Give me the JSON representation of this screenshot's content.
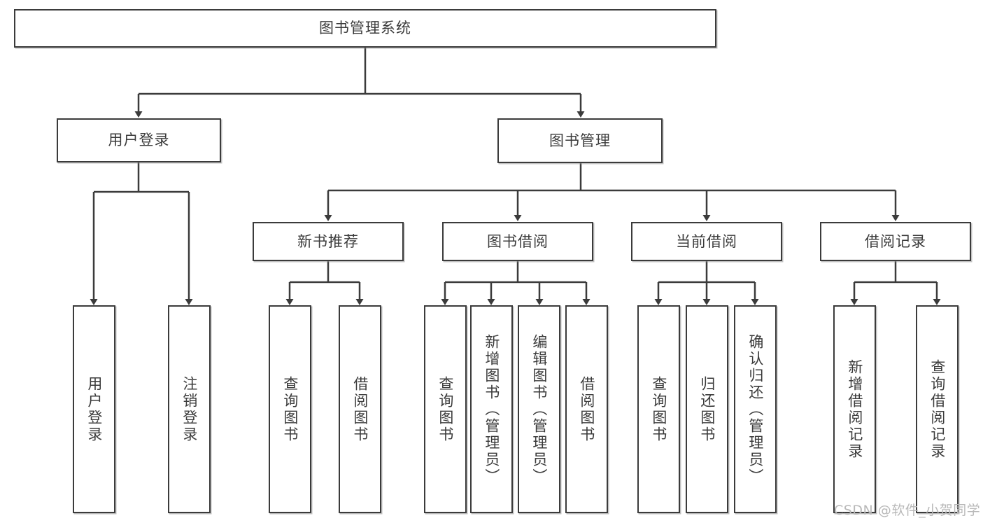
{
  "diagram": {
    "type": "tree-hierarchy-chart",
    "title": "图书管理系统",
    "watermark": "CSDN @软件_小贺同学",
    "colors": {
      "box_border": "#3b3b3b",
      "box_fill": "#ffffff",
      "text": "#3b3b3b",
      "connector": "#3b3b3b",
      "watermark": "#b9b9b9",
      "background": "#ffffff"
    },
    "nodes": {
      "root": {
        "label": "图书管理系统"
      },
      "level2": [
        {
          "id": "user-login",
          "label": "用户登录"
        },
        {
          "id": "book-management",
          "label": "图书管理"
        }
      ],
      "level3": [
        {
          "id": "new-book-recommend",
          "label": "新书推荐"
        },
        {
          "id": "book-borrow",
          "label": "图书借阅"
        },
        {
          "id": "current-borrow",
          "label": "当前借阅"
        },
        {
          "id": "borrow-record",
          "label": "借阅记录"
        }
      ],
      "leaves": {
        "user-login": [
          {
            "id": "leaf-user-login",
            "label": "用户登录"
          },
          {
            "id": "leaf-user-logout",
            "label": "注销登录"
          }
        ],
        "new-book-recommend": [
          {
            "id": "leaf-query-book-1",
            "label": "查询图书"
          },
          {
            "id": "leaf-borrow-book-1",
            "label": "借阅图书"
          }
        ],
        "book-borrow": [
          {
            "id": "leaf-query-book-2",
            "label": "查询图书"
          },
          {
            "id": "leaf-add-book",
            "label": "新增图书（管理员）"
          },
          {
            "id": "leaf-edit-book",
            "label": "编辑图书（管理员）"
          },
          {
            "id": "leaf-borrow-book-2",
            "label": "借阅图书"
          }
        ],
        "current-borrow": [
          {
            "id": "leaf-query-book-3",
            "label": "查询图书"
          },
          {
            "id": "leaf-return-book",
            "label": "归还图书"
          },
          {
            "id": "leaf-confirm-return",
            "label": "确认归还（管理员）"
          }
        ],
        "borrow-record": [
          {
            "id": "leaf-add-record",
            "label": "新增借阅记录"
          },
          {
            "id": "leaf-query-record",
            "label": "查询借阅记录"
          }
        ]
      }
    }
  }
}
